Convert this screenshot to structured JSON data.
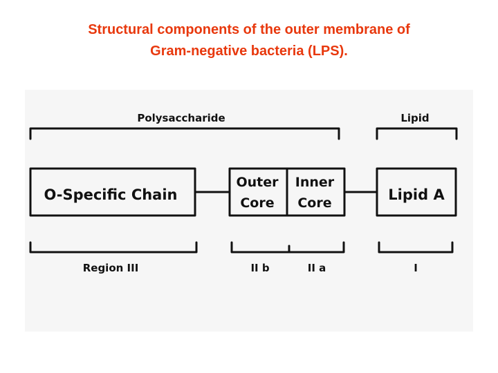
{
  "title": {
    "line1": "Structural components of the outer membrane of",
    "line2": "Gram-negative bacteria (LPS)."
  },
  "diagram": {
    "groups": {
      "polysaccharide": "Polysaccharide",
      "lipid": "Lipid"
    },
    "boxes": {
      "o_specific_chain": "O-Specific  Chain",
      "outer_core": [
        "Outer",
        "Core"
      ],
      "inner_core": [
        "Inner",
        "Core"
      ],
      "lipid_a": "Lipid  A"
    },
    "regions": {
      "region_iii": "Region  III",
      "region_iib": "II b",
      "region_iia": "II a",
      "region_i": "I"
    }
  },
  "colors": {
    "title": "#e8380d",
    "diagram_line": "#111111",
    "scan_background": "#f6f6f6"
  }
}
